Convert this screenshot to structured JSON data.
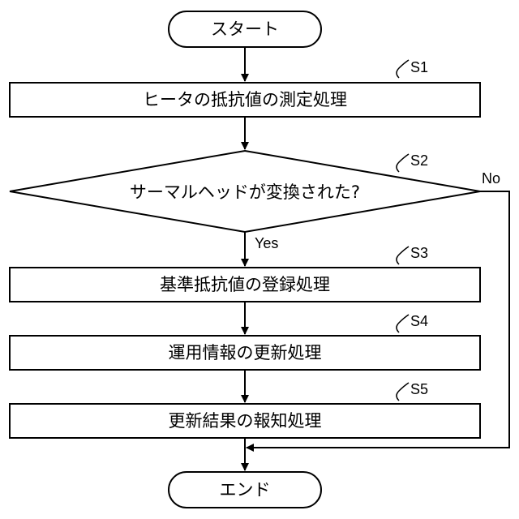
{
  "start": {
    "label": "スタート"
  },
  "end": {
    "label": "エンド"
  },
  "steps": [
    {
      "id": "S1",
      "label": "ヒータの抵抗値の測定処理"
    },
    {
      "id": "S2",
      "label": "サーマルヘッドが変換された?"
    },
    {
      "id": "S3",
      "label": "基準抵抗値の登録処理"
    },
    {
      "id": "S4",
      "label": "運用情報の更新処理"
    },
    {
      "id": "S5",
      "label": "更新結果の報知処理"
    }
  ],
  "branches": {
    "yes": "Yes",
    "no": "No"
  }
}
